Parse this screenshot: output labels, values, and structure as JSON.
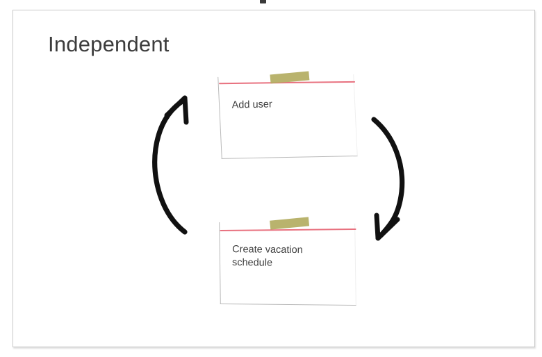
{
  "slide": {
    "title": "Independent",
    "frame_border_color": "#c9c9c9",
    "background_color": "#ffffff",
    "title_color": "#3c3c3c"
  },
  "cards": [
    {
      "id": "add-user",
      "label": "Add user",
      "rule_color": "#e8717f",
      "tape_color": "#b3ac61",
      "text_color": "#3f3f3f"
    },
    {
      "id": "create-vacation-schedule",
      "label": "Create vacation\nschedule",
      "rule_color": "#e8717f",
      "tape_color": "#b3ac61",
      "text_color": "#3f3f3f"
    }
  ],
  "arrows": [
    {
      "id": "arrow-up-left",
      "direction": "up",
      "from": "create-vacation-schedule",
      "to": "add-user",
      "color": "#111111"
    },
    {
      "id": "arrow-down-right",
      "direction": "down",
      "from": "add-user",
      "to": "create-vacation-schedule",
      "color": "#111111"
    }
  ],
  "artifact": {
    "name": "cursor-mark",
    "color": "#3a3a3a"
  }
}
